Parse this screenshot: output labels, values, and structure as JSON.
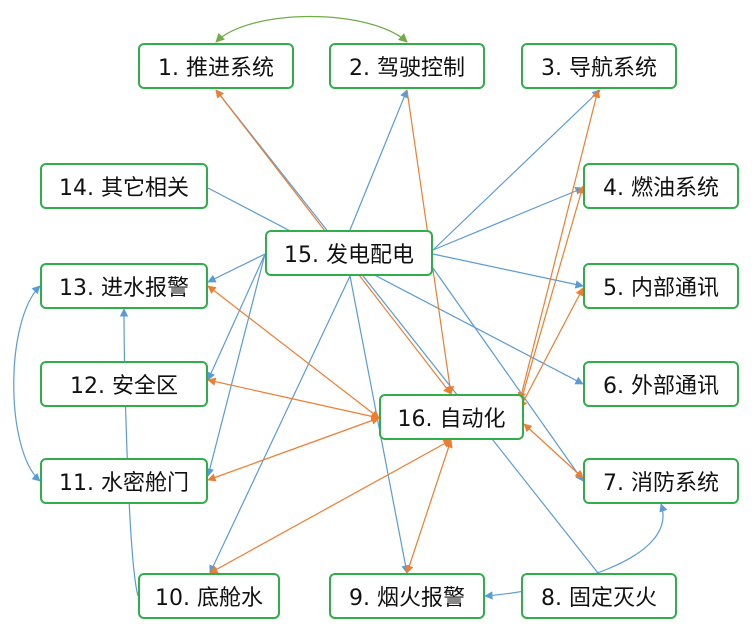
{
  "nodes": {
    "n1": "1. 推进系统",
    "n2": "2. 驾驶控制",
    "n3": "3. 导航系统",
    "n4": "4. 燃油系统",
    "n5": "5. 内部通讯",
    "n6": "6. 外部通讯",
    "n7": "7. 消防系统",
    "n8": "8. 固定灭火",
    "n9": "9. 烟火报警",
    "n10": "10. 底舱水",
    "n11": "11. 水密舱门",
    "n12": "12. 安全区",
    "n13": "13. 进水报警",
    "n14": "14. 其它相关",
    "n15": "15. 发电配电",
    "n16": "16. 自动化"
  },
  "colors": {
    "node_border": "#2FAE4A",
    "link_blue": "#5B9BD5",
    "link_orange": "#ED7D31",
    "link_green": "#70AD47"
  }
}
